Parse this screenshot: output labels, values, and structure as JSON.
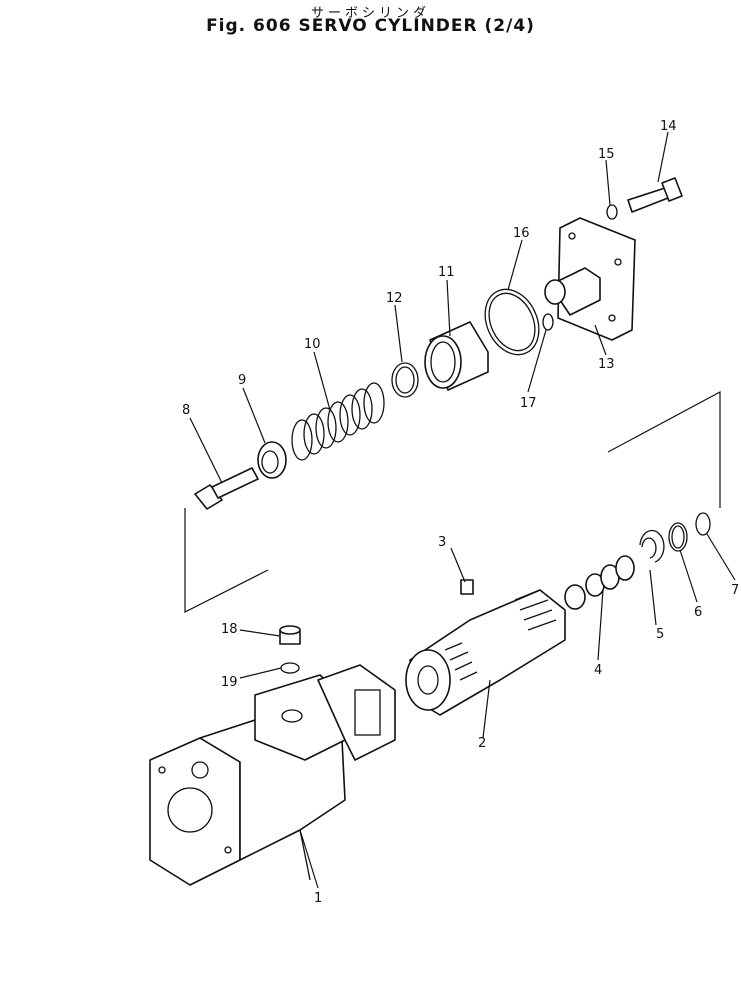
{
  "figure": {
    "subtitle_jp": "サーボシリンダ",
    "title": "Fig. 606  SERVO  CYLINDER  (2/4)"
  },
  "callouts": [
    "1",
    "2",
    "3",
    "4",
    "5",
    "6",
    "7",
    "8",
    "9",
    "10",
    "11",
    "12",
    "13",
    "14",
    "15",
    "16",
    "17",
    "18",
    "19"
  ]
}
